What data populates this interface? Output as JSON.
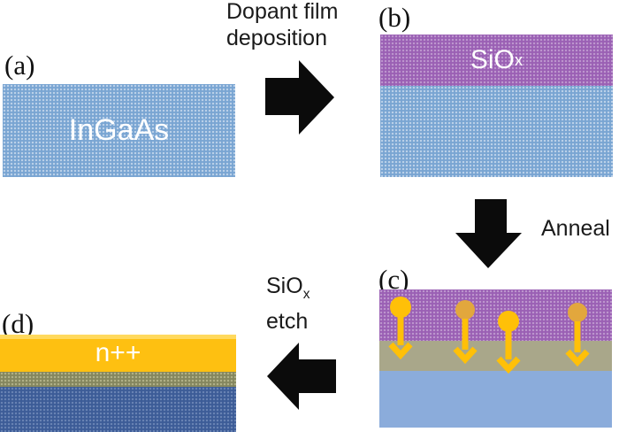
{
  "figure": {
    "description": "Process flow schematic: dopant film deposition on InGaAs, anneal drive-in, SiOx etch leaving n++ layer"
  },
  "labels": {
    "a": "(a)",
    "b": "(b)",
    "c": "(c)",
    "d": "(d)"
  },
  "steps": {
    "deposition": {
      "line1": "Dopant film",
      "line2": "deposition"
    },
    "anneal": "Anneal",
    "etch": {
      "base": "SiO",
      "sub": "x",
      "line2": "etch"
    }
  },
  "panels": {
    "a": {
      "material": "InGaAs"
    },
    "b": {
      "film_base": "SiO",
      "film_sub": "x"
    },
    "c": {
      "dopant_count": 4
    },
    "d": {
      "doped_label": "n++"
    }
  },
  "colors": {
    "substrate_blue": "#79a5d2",
    "oxide_purple": "#9a60b4",
    "diffusion_olive": "#a9a78a",
    "substrate_blue_solid": "#8bacdb",
    "doped_yellow": "#fec011",
    "doped_yellow_light": "#ffd95e",
    "olive_dark": "#84865f",
    "bottom_darkblue": "#3c5c97",
    "dopant_bright": "#ffc008",
    "dopant_muted": "#e2a73d",
    "arrow_black": "#0b0b0b",
    "text_white": "#ffffff",
    "text_black": "#1a1a1a"
  }
}
